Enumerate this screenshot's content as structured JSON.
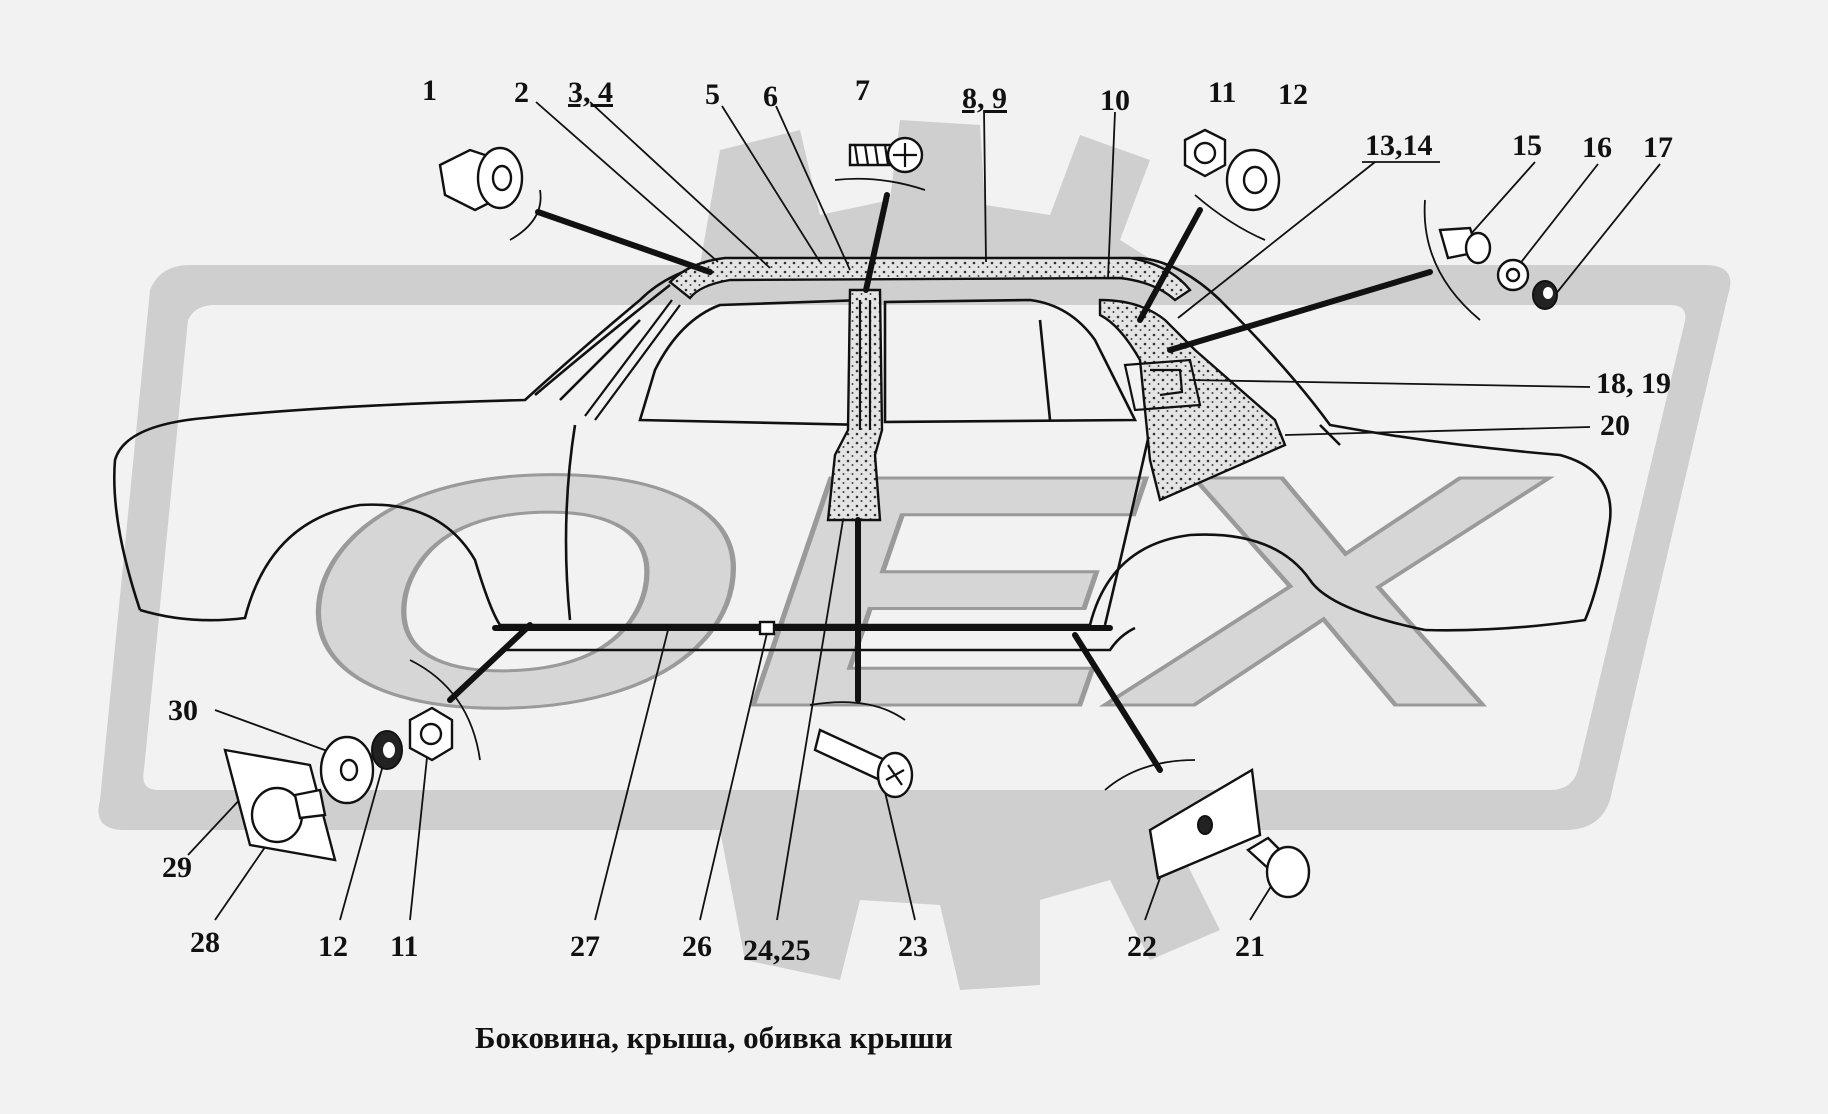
{
  "diagram": {
    "caption": "Боковина, крыша, обивка крыши",
    "watermark": "OEX",
    "colors": {
      "background": "#f2f2f2",
      "line": "#111111",
      "watermark": "#cfcfcf",
      "headliner": "#d9d9d9"
    },
    "callouts": [
      {
        "id": "c1",
        "label": "1"
      },
      {
        "id": "c2",
        "label": "2"
      },
      {
        "id": "c3",
        "label": "3, 4"
      },
      {
        "id": "c5",
        "label": "5"
      },
      {
        "id": "c6",
        "label": "6"
      },
      {
        "id": "c7",
        "label": "7"
      },
      {
        "id": "c8",
        "label": "8, 9"
      },
      {
        "id": "c10",
        "label": "10"
      },
      {
        "id": "c11a",
        "label": "11"
      },
      {
        "id": "c12a",
        "label": "12"
      },
      {
        "id": "c13",
        "label": "13,14"
      },
      {
        "id": "c15",
        "label": "15"
      },
      {
        "id": "c16",
        "label": "16"
      },
      {
        "id": "c17",
        "label": "17"
      },
      {
        "id": "c18",
        "label": "18, 19"
      },
      {
        "id": "c20",
        "label": "20"
      },
      {
        "id": "c30",
        "label": "30"
      },
      {
        "id": "c29",
        "label": "29"
      },
      {
        "id": "c28",
        "label": "28"
      },
      {
        "id": "c12b",
        "label": "12"
      },
      {
        "id": "c11b",
        "label": "11"
      },
      {
        "id": "c27",
        "label": "27"
      },
      {
        "id": "c26",
        "label": "26"
      },
      {
        "id": "c24",
        "label": "24,25"
      },
      {
        "id": "c23",
        "label": "23"
      },
      {
        "id": "c22",
        "label": "22"
      },
      {
        "id": "c21",
        "label": "21"
      }
    ]
  }
}
